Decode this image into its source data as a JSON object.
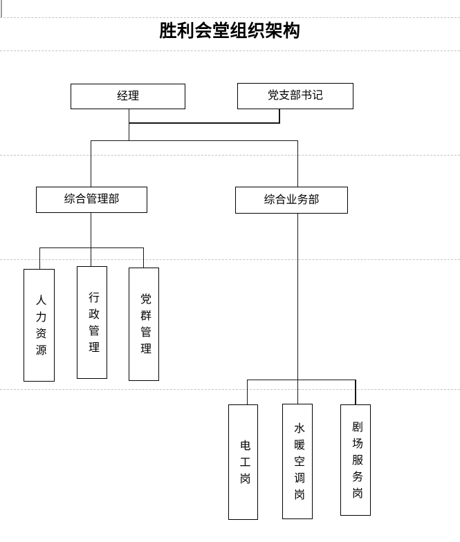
{
  "page": {
    "title": "胜利会堂组织架构"
  },
  "org_chart": {
    "nodes": [
      {
        "id": "manager",
        "label": "经理",
        "orientation": "horizontal",
        "level": 1
      },
      {
        "id": "party-branch-secretary",
        "label": "党支部书记",
        "orientation": "horizontal",
        "level": 1
      },
      {
        "id": "general-management-dept",
        "label": "综合管理部",
        "orientation": "horizontal",
        "level": 2
      },
      {
        "id": "general-business-dept",
        "label": "综合业务部",
        "orientation": "horizontal",
        "level": 2
      },
      {
        "id": "human-resources",
        "label": "人力资源",
        "orientation": "vertical",
        "level": 3
      },
      {
        "id": "administrative-management",
        "label": "行政管理",
        "orientation": "vertical",
        "level": 3
      },
      {
        "id": "party-masses-management",
        "label": "党群管理",
        "orientation": "vertical",
        "level": 3
      },
      {
        "id": "electrician-post",
        "label": "电工岗",
        "orientation": "vertical",
        "level": 3
      },
      {
        "id": "plumbing-hvac-post",
        "label": "水暖空调岗",
        "orientation": "vertical",
        "level": 3
      },
      {
        "id": "theater-service-post",
        "label": "剧场服务岗",
        "orientation": "vertical",
        "level": 3
      }
    ],
    "edges": [
      {
        "from": "manager",
        "to": "general-management-dept"
      },
      {
        "from": "manager",
        "to": "general-business-dept"
      },
      {
        "from": "party-branch-secretary",
        "to": "general-management-dept"
      },
      {
        "from": "party-branch-secretary",
        "to": "general-business-dept"
      },
      {
        "from": "general-management-dept",
        "to": "human-resources"
      },
      {
        "from": "general-management-dept",
        "to": "administrative-management"
      },
      {
        "from": "general-management-dept",
        "to": "party-masses-management"
      },
      {
        "from": "general-business-dept",
        "to": "electrician-post"
      },
      {
        "from": "general-business-dept",
        "to": "plumbing-hvac-post"
      },
      {
        "from": "general-business-dept",
        "to": "theater-service-post"
      }
    ]
  },
  "colors": {
    "line": "#161616",
    "box_border": "#000000",
    "box_background": "#ffffff",
    "gridline": "#c3c3c3",
    "text": "#000000",
    "page_background": "#ffffff"
  }
}
